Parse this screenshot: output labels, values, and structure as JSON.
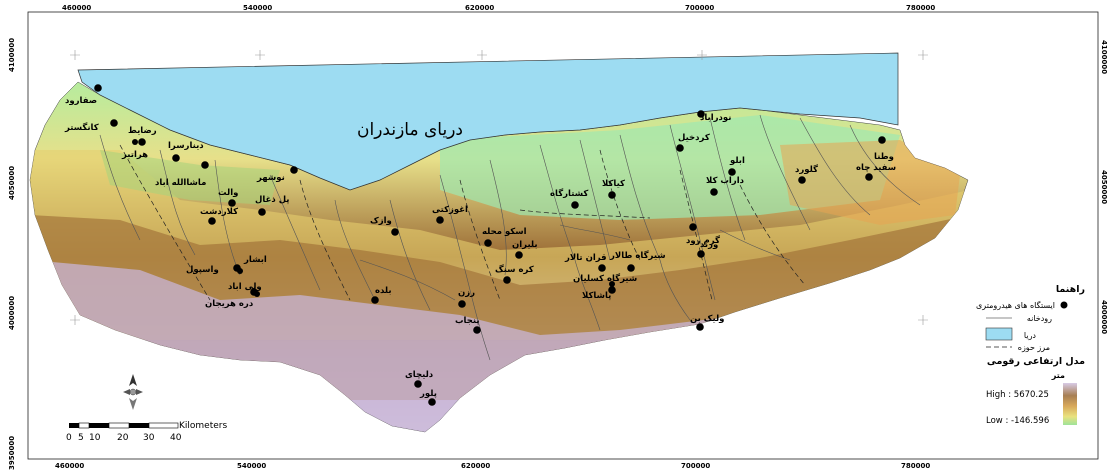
{
  "map": {
    "sea_label": "دریای مازندران",
    "colors": {
      "sea": "#9ddcf2",
      "low": "#b6ec9e",
      "mid": "#e7e08a",
      "brown": "#9a6a34",
      "high": "#c4b0d2",
      "river": "#555555",
      "border": "#222222"
    },
    "top_ticks": [
      "460000",
      "540000",
      "620000",
      "700000",
      "780000"
    ],
    "bottom_ticks": [
      "460000",
      "540000",
      "620000",
      "700000",
      "780000"
    ],
    "left_ticks": [
      "4100000",
      "4050000",
      "4000000",
      "3950000"
    ],
    "right_ticks": [
      "4100000",
      "4050000",
      "4000000"
    ],
    "stations": [
      "صفارود",
      "کانگستر",
      "رضایط",
      "هراتبر",
      "دینارسرا",
      "ماشاالله اباد",
      "نوشهر",
      "والت",
      "کلاردشت",
      "پل ذغال",
      "وازک",
      "اغوزکتی",
      "اسکو محله",
      "بلیران",
      "کره سنگ",
      "کشتارگاه",
      "کیاکلا",
      "نودراباد",
      "کردخیل",
      "ابلو",
      "داراب کلا",
      "گلورد",
      "وطنا",
      "سفید چاه",
      "گرم رود",
      "ورند",
      "شیرگاه طالار",
      "قران تالار",
      "شیرگاه کسلیان",
      "پاشاکلا",
      "ولیک بن",
      "ابشار",
      "واسپول",
      "ولی اباد",
      "دره هریجان",
      "بلده",
      "رزن",
      "پنجاب",
      "دلیچای",
      "پلور"
    ]
  },
  "scale": {
    "unit": "Kilometers",
    "labels": [
      "0",
      "5",
      "10",
      "20",
      "30",
      "40"
    ]
  },
  "legend": {
    "title": "راهنما",
    "station": "ایستگاه های هیدرومتری",
    "river": "رودخانه",
    "sea": "دریا",
    "basin": "مرز حوزه",
    "dem_title": "مدل ارتفاعی رقومی",
    "unit": "متر",
    "high": "High : 5670.25",
    "low": "Low : -146.596"
  }
}
